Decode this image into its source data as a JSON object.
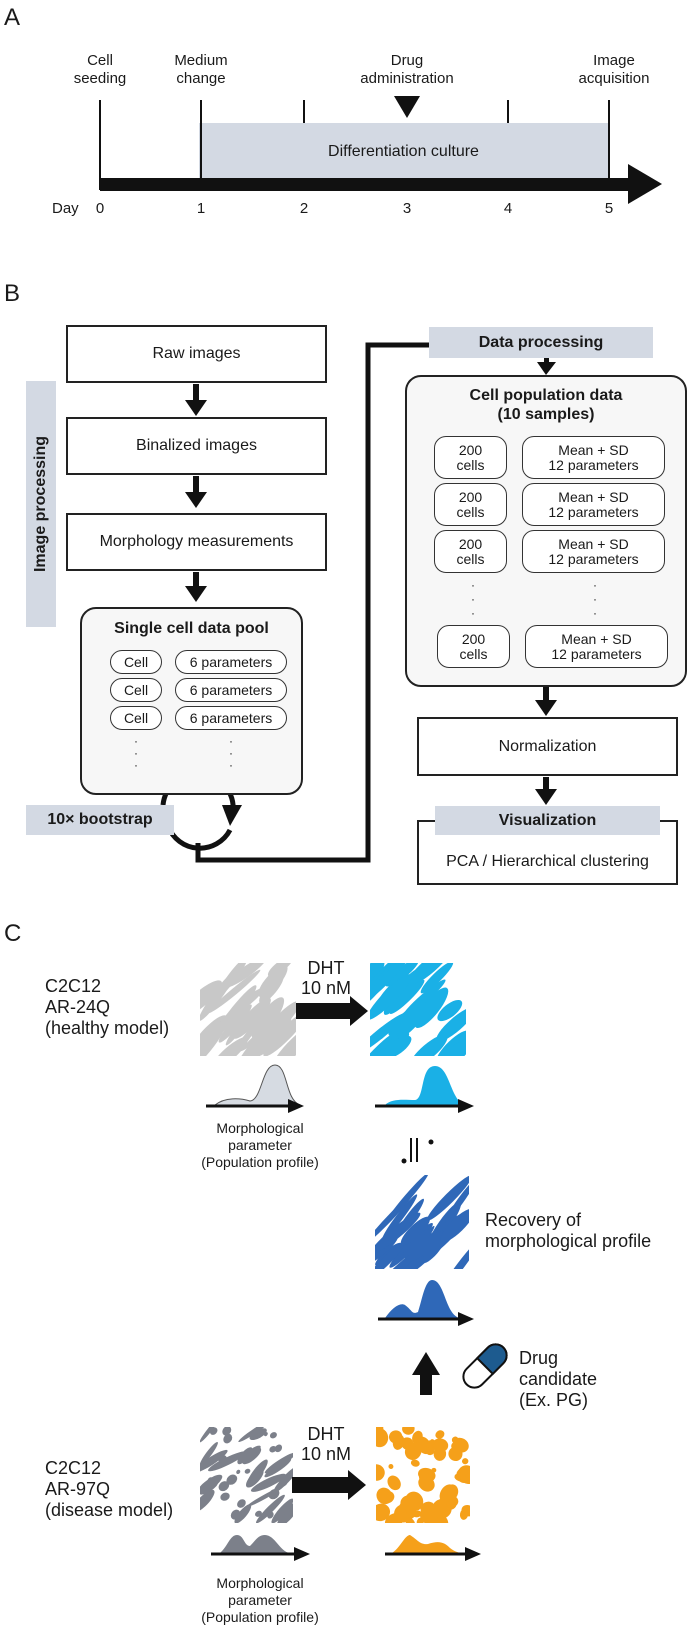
{
  "panels": {
    "a": {
      "letter": "A",
      "events": [
        {
          "label_line1": "Cell",
          "label_line2": "seeding"
        },
        {
          "label_line1": "Medium",
          "label_line2": "change"
        },
        {
          "label_line1": "Drug",
          "label_line2": "administration"
        },
        {
          "label_line1": "Image",
          "label_line2": "acquisition"
        }
      ],
      "culture_label": "Differentiation culture",
      "axis_label": "Day",
      "days": [
        "0",
        "1",
        "2",
        "3",
        "4",
        "5"
      ],
      "band_color": "#d3d9e3"
    },
    "b": {
      "letter": "B",
      "image_processing_label": "Image processing",
      "steps": [
        "Raw images",
        "Binalized images",
        "Morphology measurements"
      ],
      "pool": {
        "title": "Single cell data pool",
        "rows": [
          {
            "cell": "Cell",
            "params": "6 parameters"
          },
          {
            "cell": "Cell",
            "params": "6 parameters"
          },
          {
            "cell": "Cell",
            "params": "6 parameters"
          }
        ],
        "ellipsis": "·\n·\n·"
      },
      "bootstrap_label": "10× bootstrap",
      "data_processing_label": "Data processing",
      "population": {
        "title_line1": "Cell population data",
        "title_line2": "(10 samples)",
        "rows": [
          {
            "cells_line1": "200",
            "cells_line2": "cells",
            "stats_line1": "Mean + SD",
            "stats_line2": "12 parameters"
          },
          {
            "cells_line1": "200",
            "cells_line2": "cells",
            "stats_line1": "Mean + SD",
            "stats_line2": "12 parameters"
          },
          {
            "cells_line1": "200",
            "cells_line2": "cells",
            "stats_line1": "Mean + SD",
            "stats_line2": "12 parameters"
          },
          {
            "cells_line1": "200",
            "cells_line2": "cells",
            "stats_line1": "Mean + SD",
            "stats_line2": "12 parameters"
          }
        ]
      },
      "normalization_label": "Normalization",
      "visualization_label": "Visualization",
      "visualization_method": "PCA / Hierarchical clustering"
    },
    "c": {
      "letter": "C",
      "healthy": {
        "line1": "C2C12",
        "line2": "AR-24Q",
        "line3": "(healthy model)",
        "treatment_line1": "DHT",
        "treatment_line2": "10 nM",
        "before_color": "#c8c8c8",
        "after_color": "#1ab0e6"
      },
      "param_caption_line1": "Morphological",
      "param_caption_line2": "parameter",
      "param_caption_line3": "(Population profile)",
      "equivalence_symbol": "≒",
      "recovery_line1": "Recovery of",
      "recovery_line2": "morphological profile",
      "recovery_color": "#2f68b8",
      "drug_line1": "Drug",
      "drug_line2": "candidate",
      "drug_line3": "(Ex. PG)",
      "drug_color": "#1d5b8f",
      "disease": {
        "line1": "C2C12",
        "line2": "AR-97Q",
        "line3": "(disease model)",
        "treatment_line1": "DHT",
        "treatment_line2": "10 nM",
        "before_color": "#7c808a",
        "after_color": "#f5a01a"
      }
    }
  }
}
